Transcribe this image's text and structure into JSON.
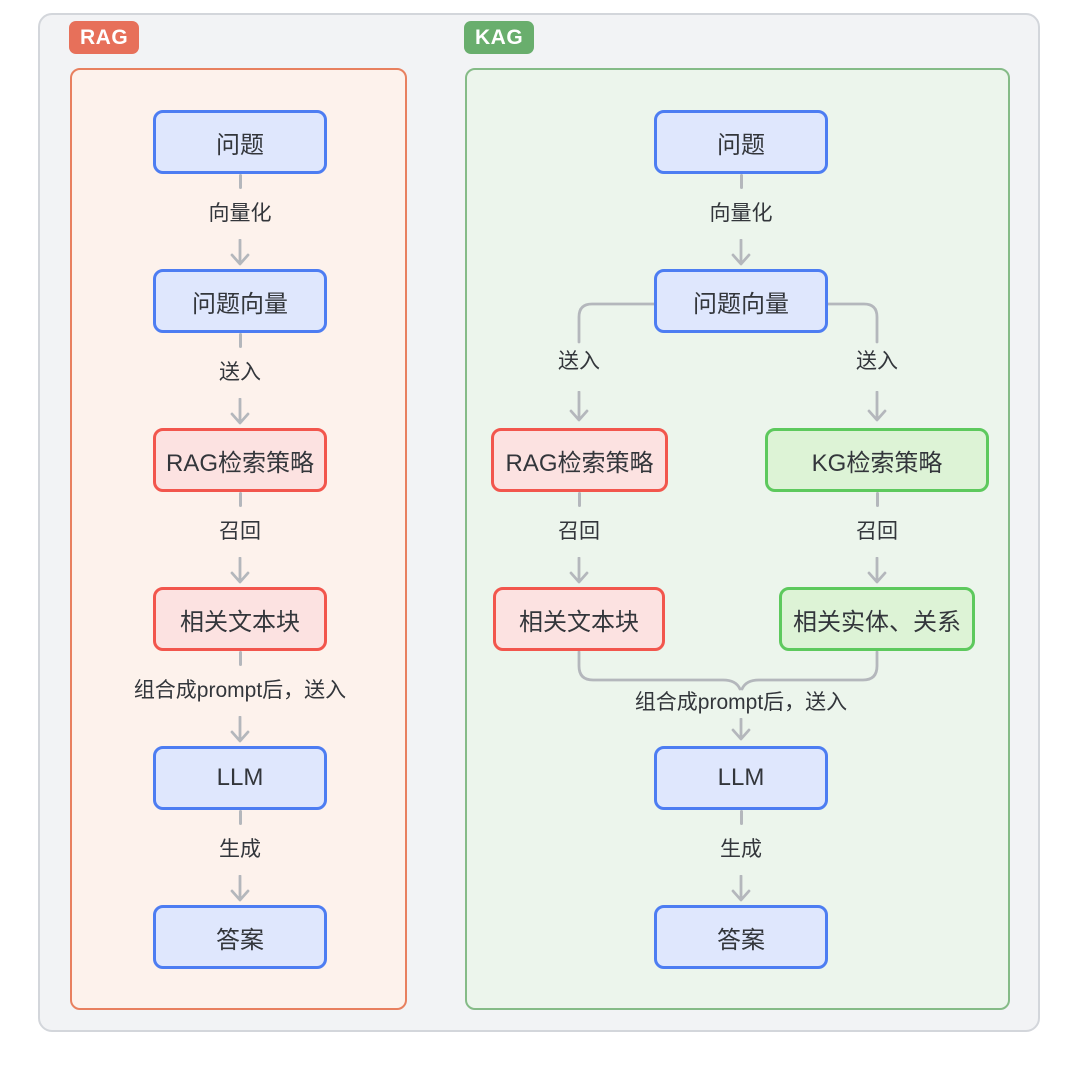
{
  "rag": {
    "badge": "RAG",
    "nodes": [
      {
        "label": "问题"
      },
      {
        "label": "问题向量"
      },
      {
        "label": "RAG检索策略"
      },
      {
        "label": "相关文本块"
      },
      {
        "label": "LLM"
      },
      {
        "label": "答案"
      }
    ],
    "edges": [
      {
        "label": "向量化"
      },
      {
        "label": "送入"
      },
      {
        "label": "召回"
      },
      {
        "label": "组合成prompt后，送入"
      },
      {
        "label": "生成"
      }
    ]
  },
  "kag": {
    "badge": "KAG",
    "nodes": [
      {
        "label": "问题"
      },
      {
        "label": "问题向量"
      },
      {
        "label": "RAG检索策略"
      },
      {
        "label": "KG检索策略"
      },
      {
        "label": "相关文本块"
      },
      {
        "label": "相关实体、关系"
      },
      {
        "label": "LLM"
      },
      {
        "label": "答案"
      }
    ],
    "edges": [
      {
        "label": "向量化"
      },
      {
        "label": "送入"
      },
      {
        "label": "送入"
      },
      {
        "label": "召回"
      },
      {
        "label": "召回"
      },
      {
        "label": "组合成prompt后，送入"
      },
      {
        "label": "生成"
      }
    ]
  },
  "colors": {
    "rag_badge": "#e7705a",
    "kag_badge": "#69ae6d",
    "blue_node_border": "#4d7df2",
    "blue_node_fill": "#dfe7fd",
    "red_node_border": "#f2564d",
    "red_node_fill": "#fce2e1",
    "green_node_border": "#5dc95d",
    "green_node_fill": "#ddf3d6",
    "connector": "#b4b7bc"
  }
}
